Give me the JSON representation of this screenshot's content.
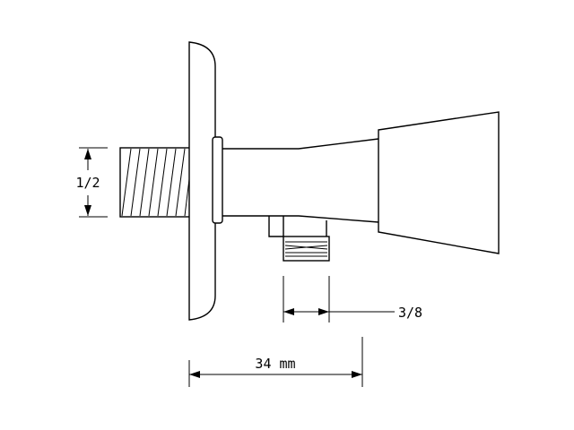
{
  "dimensions": {
    "thread_inlet": "1/2",
    "thread_outlet": "3/8",
    "length": "34 mm"
  }
}
